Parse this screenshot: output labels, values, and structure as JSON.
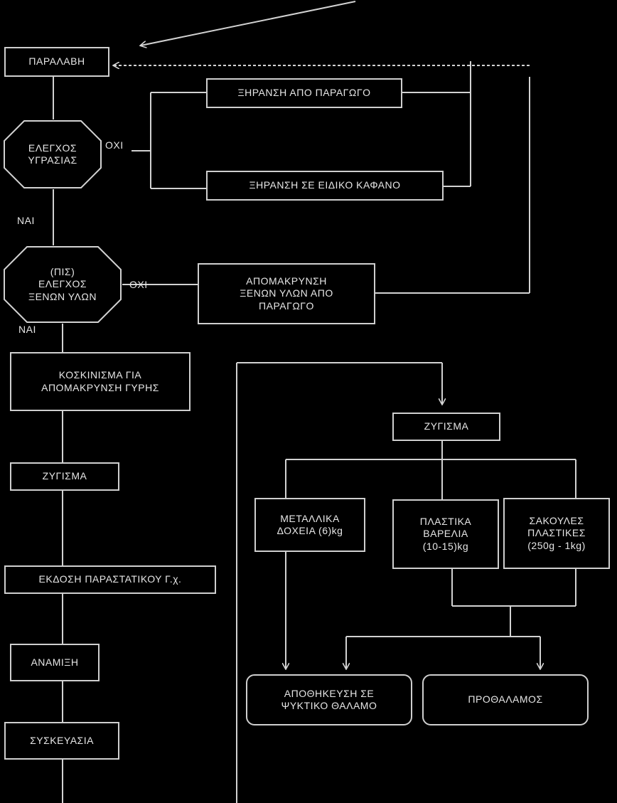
{
  "diagram": {
    "nodes": {
      "paralavi": "ΠΑΡΑΛΑΒΗ",
      "xiransi_apo_paragogo": "ΞΗΡΑΝΣΗ ΑΠΟ ΠΑΡΑΓΩΓΟ",
      "elegxos_ygrasias": "ΕΛΕΓΧΟΣ\nΥΓΡΑΣΙΑΣ",
      "xiransi_se_eidiko_kafano": "ΞΗΡΑΝΣΗ ΣΕ ΕΙΔΙΚΟ ΚΑΦΑΝΟ",
      "elegxos_xenon_ylon": "(ΠΙΣ)\nΕΛΕΓΧΟΣ\nΞΕΝΩΝ ΥΛΩΝ",
      "apomakrynsi_xenon_ylon": "ΑΠΟΜΑΚΡΥΝΣΗ\nΞΕΝΩΝ ΥΛΩΝ ΑΠΟ\nΠΑΡΑΓΩΓΟ",
      "koskinisma": "ΚΟΣΚΙΝΙΣΜΑ ΓΙΑ\nΑΠΟΜΑΚΡΥΝΣΗ ΓΥΡΗΣ",
      "zygisma_left": "ΖΥΓΙΣΜΑ",
      "zygisma_right": "ΖΥΓΙΣΜΑ",
      "metallika_doxeia": "ΜΕΤΑΛΛΙΚΑ\nΔΟΧΕΙΑ (6)kg",
      "plastika_vareli": "ΠΛΑΣΤΙΚΑ\nΒΑΡΕΛΙΑ\n(10-15)kg",
      "sakoules": "ΣΑΚΟΥΛΕΣ\nΠΛΑΣΤΙΚΕΣ\n(250g - 1kg)",
      "ekdosi_parastatikou": "ΕΚΔΟΣΗ ΠΑΡΑΣΤΑΤΙΚΟΥ Γ.χ.",
      "anamixi": "ΑΝΑΜΙΞΗ",
      "apothikeysi": "ΑΠΟΘΗΚΕΥΣΗ ΣΕ\nΨΥΚΤΙΚΟ ΘΑΛΑΜΟ",
      "prothalamos": "ΠΡΟΘΑΛΑΜΟΣ",
      "syskevasia": "ΣΥΣΚΕΥΑΣΙΑ"
    },
    "edge_labels": {
      "oxi_1": "ΟΧΙ",
      "nai_1": "ΝΑΙ",
      "oxi_2": "ΟΧΙ",
      "nai_2": "ΝΑΙ"
    }
  }
}
